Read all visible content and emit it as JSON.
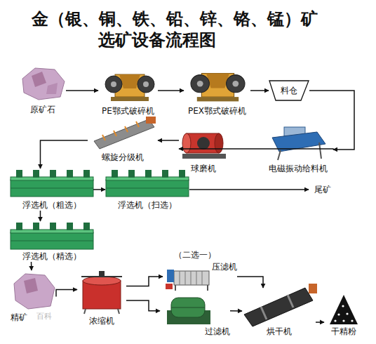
{
  "diagram": {
    "title": "金（银、铜、铁、铅、锌、铬、锰）矿 选矿设备流程图",
    "nodes": [
      {
        "text": [
          "原矿石"
        ]
      },
      {
        "text": [
          "PE鄂式破碎机"
        ]
      },
      {
        "text": [
          "PEX鄂式破碎机"
        ]
      },
      {
        "text": [
          "料仓"
        ]
      },
      {
        "text": [
          "电磁振动给料机"
        ]
      },
      {
        "text": [
          "球磨机"
        ]
      },
      {
        "text": [
          "螺旋分级机"
        ]
      },
      {
        "text": [
          "浮选机（粗选）"
        ]
      },
      {
        "text": [
          "浮选机（扫选）"
        ]
      },
      {
        "text": [
          "尾矿"
        ]
      },
      {
        "text": [
          "浮选机（精选）"
        ]
      },
      {
        "text": [
          "精矿"
        ]
      },
      {
        "text": [
          "浓缩机"
        ]
      },
      {
        "text": [
          "压滤机"
        ]
      },
      {
        "text": [
          "过滤机"
        ]
      },
      {
        "text": [
          "烘干机"
        ]
      },
      {
        "text": [
          "干精粉"
        ]
      }
    ],
    "edges": [
      {
        "from": 0,
        "to": 1,
        "arrow": "to"
      },
      {
        "from": 1,
        "to": 2,
        "arrow": "to"
      },
      {
        "from": 2,
        "to": 3,
        "arrow": "to"
      },
      {
        "from": 3,
        "to": 4,
        "arrow": "to"
      },
      {
        "from": 4,
        "to": 5,
        "arrow": "to"
      },
      {
        "from": 5,
        "to": 6,
        "arrow": "to"
      },
      {
        "from": 6,
        "to": 7,
        "arrow": "to"
      },
      {
        "from": 7,
        "to": 8,
        "arrow": "to"
      },
      {
        "from": 8,
        "to": 9,
        "arrow": "to"
      },
      {
        "from": 7,
        "to": 10,
        "arrow": "to"
      },
      {
        "from": 10,
        "to": 11,
        "arrow": "to"
      },
      {
        "from": 11,
        "to": 12,
        "arrow": "to"
      },
      {
        "from": 12,
        "to": 13,
        "arrow": "to"
      },
      {
        "from": 12,
        "to": 14,
        "arrow": "to"
      },
      {
        "from": 13,
        "to": 15,
        "arrow": "to"
      },
      {
        "from": 14,
        "to": 15,
        "arrow": "to"
      },
      {
        "from": 15,
        "to": 16,
        "arrow": "to"
      }
    ],
    "labels": [
      "（二选一）",
      "百科"
    ]
  }
}
